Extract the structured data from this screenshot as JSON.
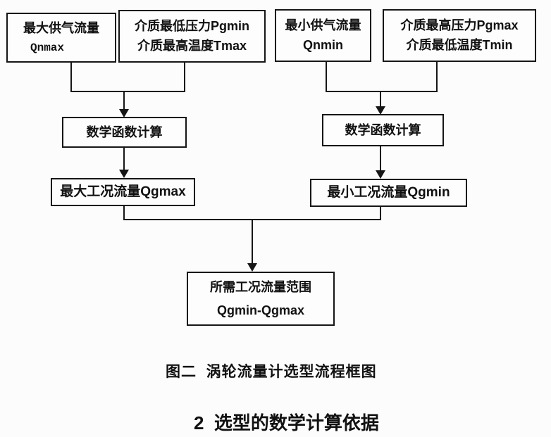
{
  "page": {
    "background": "#fcfcfc",
    "line_color": "#161616",
    "box_background": "#fdfdfd"
  },
  "flowchart": {
    "inputs": [
      {
        "id": "qnmax",
        "line1": "最大供气流量",
        "line2": "Qnmax"
      },
      {
        "id": "pgmin-tmax",
        "line1": "介质最低压力Pgmin",
        "line2": "介质最高温度Tmax"
      },
      {
        "id": "qnmin",
        "line1": "最小供气流量",
        "line2": "Qnmin"
      },
      {
        "id": "pgmax-tmin",
        "line1": "介质最高压力Pgmax",
        "line2": "介质最低温度Tmin"
      }
    ],
    "process_left": "数学函数计算",
    "process_right": "数学函数计算",
    "result_left": "最大工况流量Qgmax",
    "result_right": "最小工况流量Qgmin",
    "final": {
      "line1": "所需工况流量范围",
      "line2": "Qgmin-Qgmax"
    }
  },
  "caption": "图二  涡轮流量计选型流程框图",
  "section_heading": "2  选型的数学计算依据"
}
